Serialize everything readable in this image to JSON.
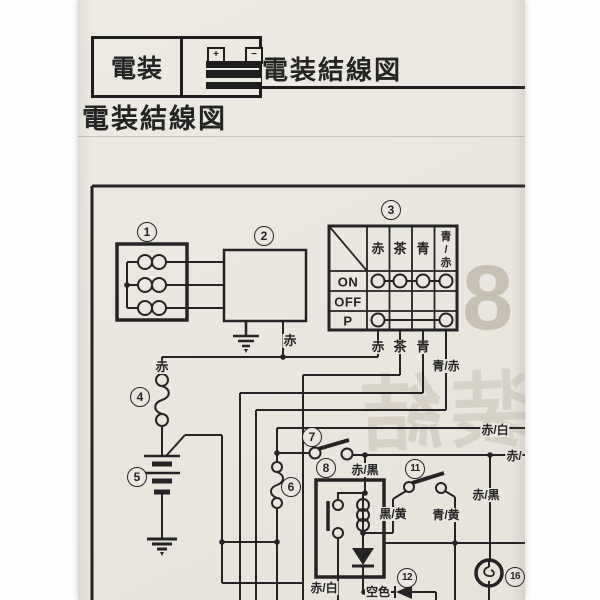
{
  "header": {
    "tab_label": "電装",
    "battery_plus": "+",
    "battery_minus": "−",
    "title": "電装結線図"
  },
  "section_heading": "電装結線図",
  "diagram": {
    "component_numbers": {
      "c1": "1",
      "c2": "2",
      "c3": "3",
      "c4": "4",
      "c5": "5",
      "c6": "6",
      "c7": "7",
      "c8": "8",
      "c11": "11",
      "c12": "12",
      "c16": "16"
    },
    "switch_table": {
      "columns": [
        "赤",
        "茶",
        "青",
        "青/赤"
      ],
      "rows": [
        {
          "label": "ON",
          "closed": [
            "赤",
            "茶",
            "青",
            "青/赤"
          ]
        },
        {
          "label": "OFF",
          "closed": []
        },
        {
          "label": "P",
          "closed": [
            "赤",
            "青/赤"
          ]
        }
      ]
    },
    "wire_labels": {
      "aka": "赤",
      "cha": "茶",
      "ao": "青",
      "ao_aka": "青/赤",
      "aka_shiro": "赤/白",
      "aka_kuro": "赤/黒",
      "aka_cut": "赤/",
      "kuro_ki": "黒/黄",
      "ao_ki": "青/黄",
      "sora_iro": "空色"
    },
    "ghost": {
      "numeral": "8",
      "kanji": "装結"
    }
  },
  "colors": {
    "paper": "#eae7e0",
    "ink": "#242424",
    "ghost": "#c7bfae",
    "photo_bg": "#fdfdfd"
  }
}
